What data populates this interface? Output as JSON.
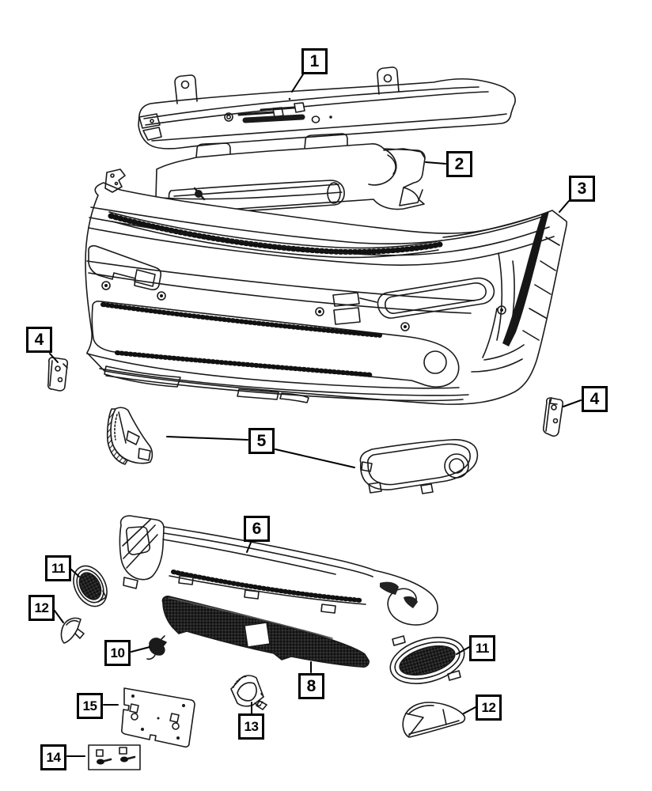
{
  "diagram": {
    "kind": "exploded-parts-line-drawing",
    "colors": {
      "background": "#ffffff",
      "line": "#1a1a1a",
      "callout_border": "#000000",
      "mesh_fill": "#222222"
    }
  },
  "callouts": [
    {
      "id": "callout-1",
      "label": "1"
    },
    {
      "id": "callout-2",
      "label": "2"
    },
    {
      "id": "callout-3",
      "label": "3"
    },
    {
      "id": "callout-4-left",
      "label": "4"
    },
    {
      "id": "callout-4-right",
      "label": "4"
    },
    {
      "id": "callout-5",
      "label": "5"
    },
    {
      "id": "callout-6",
      "label": "6"
    },
    {
      "id": "callout-8",
      "label": "8"
    },
    {
      "id": "callout-10",
      "label": "10"
    },
    {
      "id": "callout-11-left",
      "label": "11"
    },
    {
      "id": "callout-11-right",
      "label": "11"
    },
    {
      "id": "callout-12-left",
      "label": "12"
    },
    {
      "id": "callout-12-right",
      "label": "12"
    },
    {
      "id": "callout-13",
      "label": "13"
    },
    {
      "id": "callout-14",
      "label": "14"
    },
    {
      "id": "callout-15",
      "label": "15"
    }
  ]
}
